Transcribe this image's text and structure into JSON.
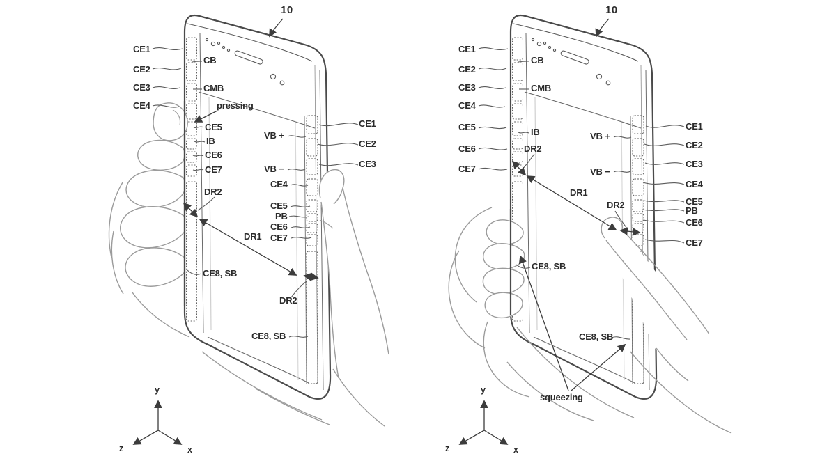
{
  "figure": {
    "kind": "patent-line-drawing",
    "subject": "smartphone edge-sensor grip diagram, two panels"
  },
  "colors": {
    "background": "#ffffff",
    "line": "#4a4a4a",
    "hand_line": "#9b9b9b",
    "text": "#2b2b2b"
  },
  "left_panel": {
    "ref_number": "10",
    "gesture_label": "pressing",
    "far_left": {
      "ce1": "CE1",
      "ce2": "CE2",
      "ce3": "CE3",
      "ce4": "CE4"
    },
    "inner_left": {
      "cb": "CB",
      "cmb": "CMB",
      "ce5": "CE5",
      "ib": "IB",
      "ce6": "CE6",
      "ce7": "CE7",
      "dr2": "DR2",
      "ce8_sb": "CE8, SB"
    },
    "inner_right": {
      "vb_plus": "VB +",
      "vb_minus": "VB −",
      "ce4": "CE4",
      "ce5": "CE5",
      "pb": "PB",
      "ce6": "CE6",
      "ce7": "CE7",
      "dr1": "DR1",
      "dr2": "DR2",
      "ce8_sb": "CE8, SB"
    },
    "far_right": {
      "ce1": "CE1",
      "ce2": "CE2",
      "ce3": "CE3"
    },
    "axes": {
      "x": "x",
      "y": "y",
      "z": "z"
    }
  },
  "right_panel": {
    "ref_number": "10",
    "gesture_label": "squeezing",
    "far_left": {
      "ce1": "CE1",
      "ce2": "CE2",
      "ce3": "CE3",
      "ce4": "CE4",
      "ce5": "CE5",
      "ce6": "CE6",
      "ce7": "CE7"
    },
    "inner_left": {
      "cb": "CB",
      "cmb": "CMB",
      "ib": "IB",
      "dr2": "DR2",
      "ce8_sb": "CE8, SB"
    },
    "inner_right": {
      "vb_plus": "VB +",
      "vb_minus": "VB −",
      "dr1": "DR1",
      "dr2": "DR2",
      "ce8_sb": "CE8, SB"
    },
    "far_right": {
      "ce1": "CE1",
      "ce2": "CE2",
      "ce3": "CE3",
      "ce4": "CE4",
      "ce5": "CE5",
      "pb": "PB",
      "ce6": "CE6",
      "ce7": "CE7"
    },
    "axes": {
      "x": "x",
      "y": "y",
      "z": "z"
    }
  }
}
